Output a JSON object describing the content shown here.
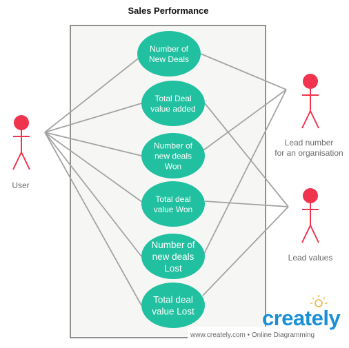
{
  "title": "Sales Performance",
  "actors": [
    {
      "id": "user",
      "label": "User"
    },
    {
      "id": "lead-number",
      "label": "Lead number\nfor an organisation"
    },
    {
      "id": "lead-values",
      "label": "Lead values"
    }
  ],
  "use_cases": [
    {
      "id": "uc1",
      "label": "Number of\nNew Deals"
    },
    {
      "id": "uc2",
      "label": "Total Deal\nvalue added"
    },
    {
      "id": "uc3",
      "label": "Number of\nnew deals\nWon"
    },
    {
      "id": "uc4",
      "label": "Total deal\nvalue Won"
    },
    {
      "id": "uc5",
      "label": "Number of\nnew deals\nLost"
    },
    {
      "id": "uc6",
      "label": "Total deal\nvalue Lost"
    }
  ],
  "colors": {
    "use_case_fill": "#20c0a0",
    "actor": "#f0344e",
    "connector": "#a3a3a3",
    "boundary_stroke": "#6d6d6d",
    "boundary_fill": "#f6f7f5"
  },
  "watermark": {
    "logo": "creately",
    "url": "www.creately.com • Online Diagramming"
  }
}
